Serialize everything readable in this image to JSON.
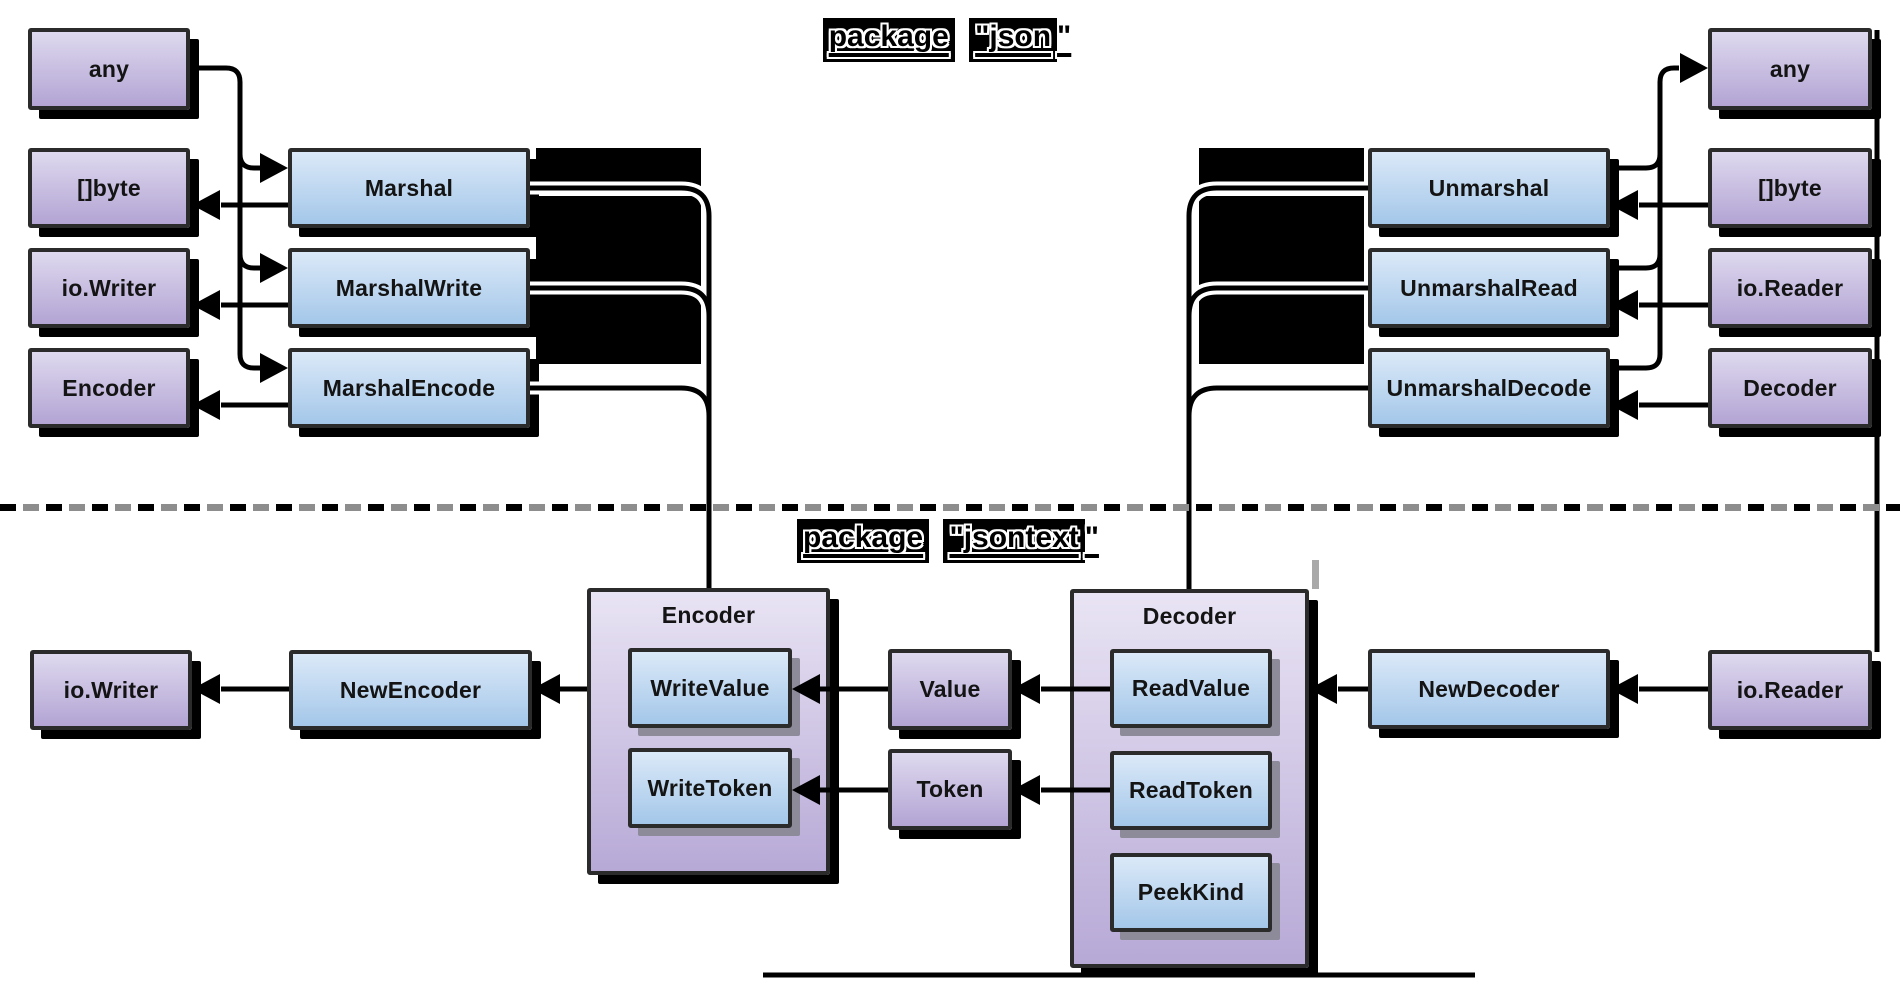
{
  "titles": {
    "json_word1": "package",
    "json_word2": "\"json",
    "json_tail": "\"",
    "jsontext_word1": "package",
    "jsontext_word2": "\"jsontext",
    "jsontext_tail": "\""
  },
  "json_pkg": {
    "inputs": [
      "any",
      "[]byte",
      "io.Writer",
      "Encoder"
    ],
    "marshal_funcs": [
      "Marshal",
      "MarshalWrite",
      "MarshalEncode"
    ],
    "unmarshal_funcs": [
      "Unmarshal",
      "UnmarshalRead",
      "UnmarshalDecode"
    ],
    "outputs": [
      "any",
      "[]byte",
      "io.Reader",
      "Decoder"
    ]
  },
  "jsontext_pkg": {
    "io_writer": "io.Writer",
    "new_encoder": "NewEncoder",
    "encoder_title": "Encoder",
    "encoder_methods": [
      "WriteValue",
      "WriteToken"
    ],
    "value": "Value",
    "token": "Token",
    "decoder_title": "Decoder",
    "decoder_methods": [
      "ReadValue",
      "ReadToken",
      "PeekKind"
    ],
    "new_decoder": "NewDecoder",
    "io_reader": "io.Reader"
  },
  "colors": {
    "purple_top": "#ded9ee",
    "purple_bottom": "#b3a4d4",
    "blue_top": "#dbe9f8",
    "blue_bottom": "#a4c7e9",
    "container_top": "#e9e4f4",
    "container_bottom": "#b7a9d6",
    "border": "#2b2b2b",
    "shadow": "#000000",
    "dash_black": "#000000",
    "dash_gray": "#8d8d8d",
    "redacted": "#000000"
  }
}
